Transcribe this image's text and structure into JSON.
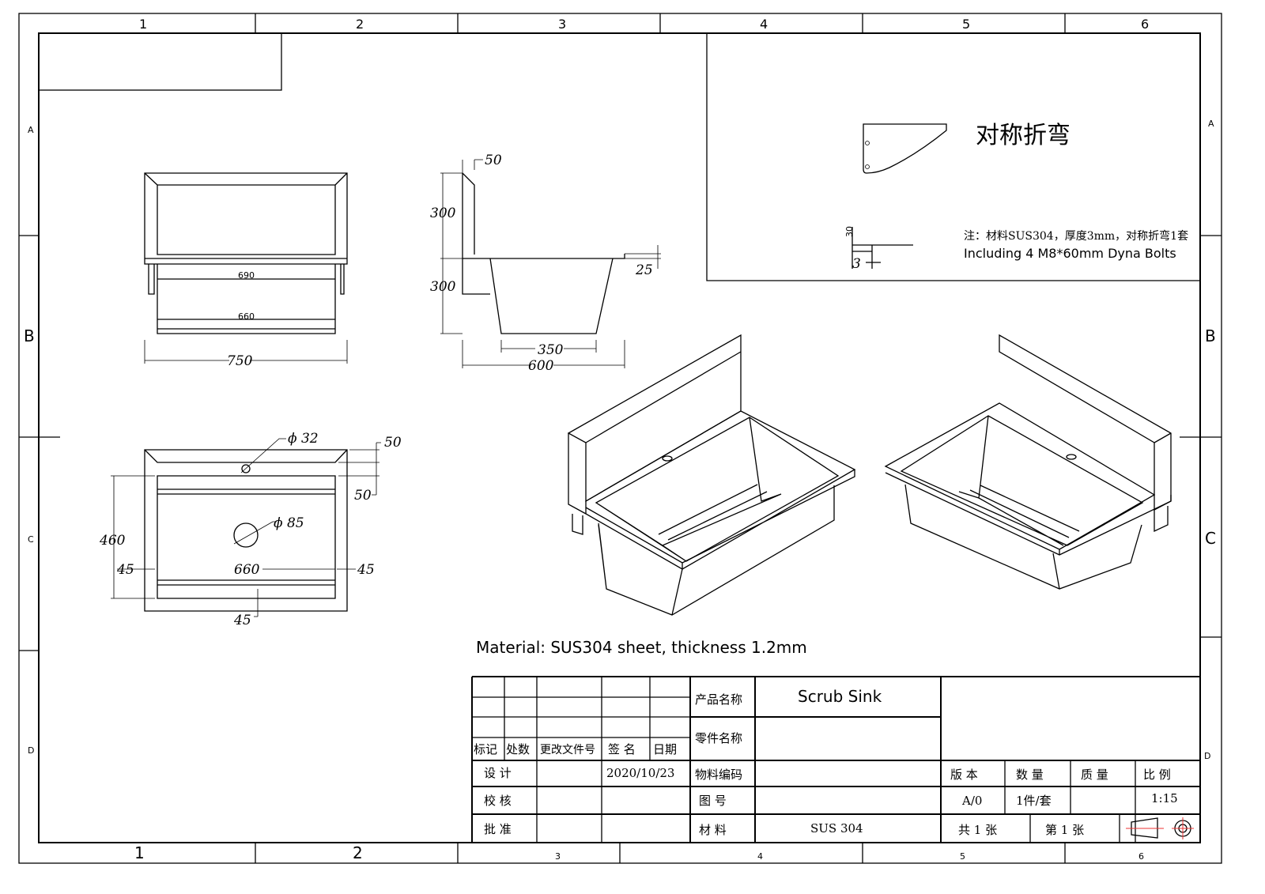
{
  "frame": {
    "cols": [
      "1",
      "2",
      "3",
      "4",
      "5",
      "6"
    ],
    "rows": [
      "A",
      "B",
      "C",
      "D"
    ]
  },
  "front_view": {
    "dim_overall": "750",
    "dim_690": "690",
    "dim_660": "660"
  },
  "side_view": {
    "dim_top": "50",
    "dim_upper": "300",
    "dim_lower": "300",
    "dim_rim": "25",
    "dim_bottom": "350",
    "dim_depth": "600"
  },
  "top_view": {
    "hole_small": "ϕ 32",
    "hole_drain": "ϕ 85",
    "dim_50a": "50",
    "dim_50b": "50",
    "dim_460": "460",
    "dim_left": "45",
    "dim_660": "660",
    "dim_right": "45",
    "dim_bottom": "45"
  },
  "bracket_detail": {
    "title": "对称折弯",
    "dim_30": "30",
    "dim_3": "3",
    "note_cn": "注：材料SUS304，厚度3mm，对称折弯1套",
    "note_en": "Including 4 M8*60mm Dyna Bolts"
  },
  "material_note": "Material: SUS304 sheet, thickness 1.2mm",
  "title_block": {
    "rev_headers": [
      "标记",
      "处数",
      "更改文件号",
      "签 名",
      "日期"
    ],
    "design": "设 计",
    "design_date": "2020/10/23",
    "check": "校 核",
    "approve": "批 准",
    "product_name_label": "产品名称",
    "product_name": "Scrub Sink",
    "part_name_label": "零件名称",
    "material_code_label": "物料编码",
    "drawing_no_label": "图 号",
    "material_label": "材 料",
    "material": "SUS 304",
    "version_label": "版 本",
    "quantity_label": "数 量",
    "mass_label": "质 量",
    "scale_label": "比 例",
    "version": "A/0",
    "quantity": "1件/套",
    "scale": "1:15",
    "total_sheets": "共 1 张",
    "sheet_no": "第 1 张"
  }
}
